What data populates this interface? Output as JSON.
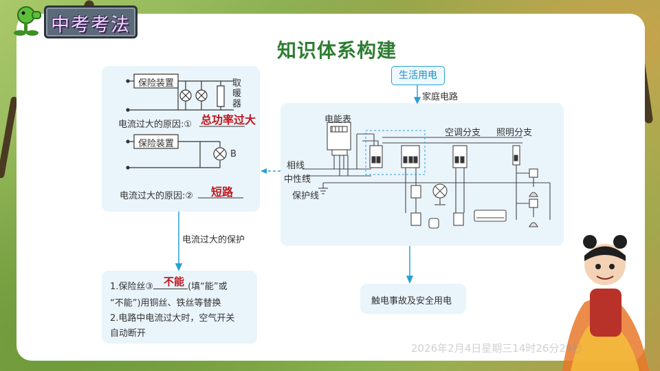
{
  "badge": {
    "label": "中考考法"
  },
  "title": "知识体系构建",
  "center": {
    "tag": "生活用电",
    "branch_home": "家庭电路",
    "branch_protect": "电流过大的保护"
  },
  "left_box": {
    "fuse1": "保险装置",
    "heater": "取暖器",
    "reason1_prefix": "电流过大的原因:①",
    "reason1_answer": "总功率过大",
    "fuse2": "保险装置",
    "bulb_label": "B",
    "reason2_prefix": "电流过大的原因:②",
    "reason2_answer": "短路"
  },
  "circuit": {
    "meter": "电能表",
    "ac_branch": "空调分支",
    "light_branch": "照明分支",
    "live": "相线",
    "neutral": "中性线",
    "ground": "保护线"
  },
  "bottom_left": {
    "line1_prefix": "1.保险丝③",
    "line1_answer": "不能",
    "line1_suffix": "(填“能”或",
    "line2": "“不能”)用铜丝、铁丝等替换",
    "line3": "2.电路中电流过大时，空气开关",
    "line4": "自动断开"
  },
  "bottom_right": {
    "label": "触电事故及安全用电"
  },
  "watermark": "2026年2月4日星期三14时26分29秒",
  "colors": {
    "title": "#2e7d32",
    "answer": "#c0141b",
    "accent": "#27a0d6",
    "box": "#eaf4fb"
  }
}
